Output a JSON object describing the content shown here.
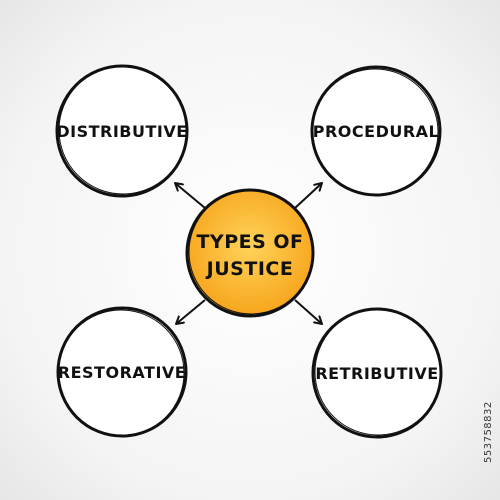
{
  "diagram": {
    "center": {
      "line1": "TYPES OF",
      "line2": "JUSTICE"
    },
    "nodes": {
      "top_left": "DISTRIBUTIVE",
      "top_right": "PROCEDURAL",
      "bottom_left": "RESTORATIVE",
      "bottom_right": "RETRIBUTIVE"
    }
  },
  "colors": {
    "center_fill": "#f7a51c",
    "center_highlight": "#ffd35a",
    "outline": "#111111",
    "circle_fill": "#ffffff"
  },
  "stock_id": "553758832"
}
